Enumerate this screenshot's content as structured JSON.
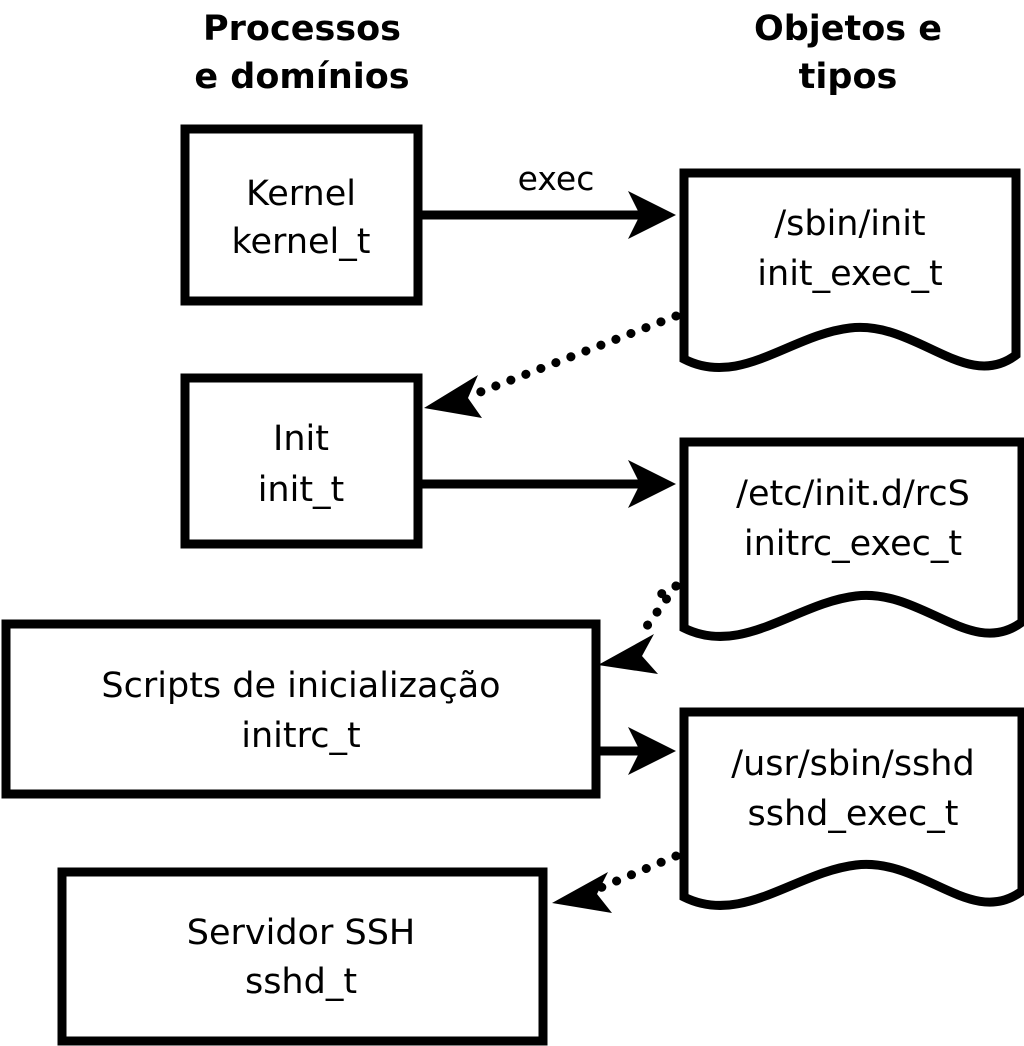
{
  "diagram": {
    "title_columns": {
      "left": {
        "line1": "Processos",
        "line2": "e domínios"
      },
      "right": {
        "line1": "Objetos e",
        "line2": "tipos"
      }
    },
    "colors": {
      "background": "#ffffff",
      "stroke": "#000000",
      "text": "#000000"
    },
    "process_nodes": [
      {
        "id": "kernel",
        "name": "Kernel",
        "type": "kernel_t"
      },
      {
        "id": "init",
        "name": "Init",
        "type": "init_t"
      },
      {
        "id": "initrc",
        "name": "Scripts de inicialização",
        "type": "initrc_t"
      },
      {
        "id": "sshd",
        "name": "Servidor SSH",
        "type": "sshd_t"
      }
    ],
    "object_nodes": [
      {
        "id": "init_exec",
        "path": "/sbin/init",
        "type": "init_exec_t"
      },
      {
        "id": "initrc_exec",
        "path": "/etc/init.d/rcS",
        "type": "initrc_exec_t"
      },
      {
        "id": "sshd_exec",
        "path": "/usr/sbin/sshd",
        "type": "sshd_exec_t"
      }
    ],
    "edges": [
      {
        "id": "kernel-exec-init_exec",
        "from": "kernel",
        "to": "init_exec",
        "style": "solid",
        "label": "exec"
      },
      {
        "id": "init_exec-transition-init",
        "from": "init_exec",
        "to": "init",
        "style": "dotted",
        "label": ""
      },
      {
        "id": "init-exec-initrc_exec",
        "from": "init",
        "to": "initrc_exec",
        "style": "solid",
        "label": ""
      },
      {
        "id": "initrc_exec-transition-initrc",
        "from": "initrc_exec",
        "to": "initrc",
        "style": "dotted",
        "label": ""
      },
      {
        "id": "initrc-exec-sshd_exec",
        "from": "initrc",
        "to": "sshd_exec",
        "style": "solid",
        "label": ""
      },
      {
        "id": "sshd_exec-transition-sshd",
        "from": "sshd_exec",
        "to": "sshd",
        "style": "dotted",
        "label": ""
      }
    ]
  }
}
